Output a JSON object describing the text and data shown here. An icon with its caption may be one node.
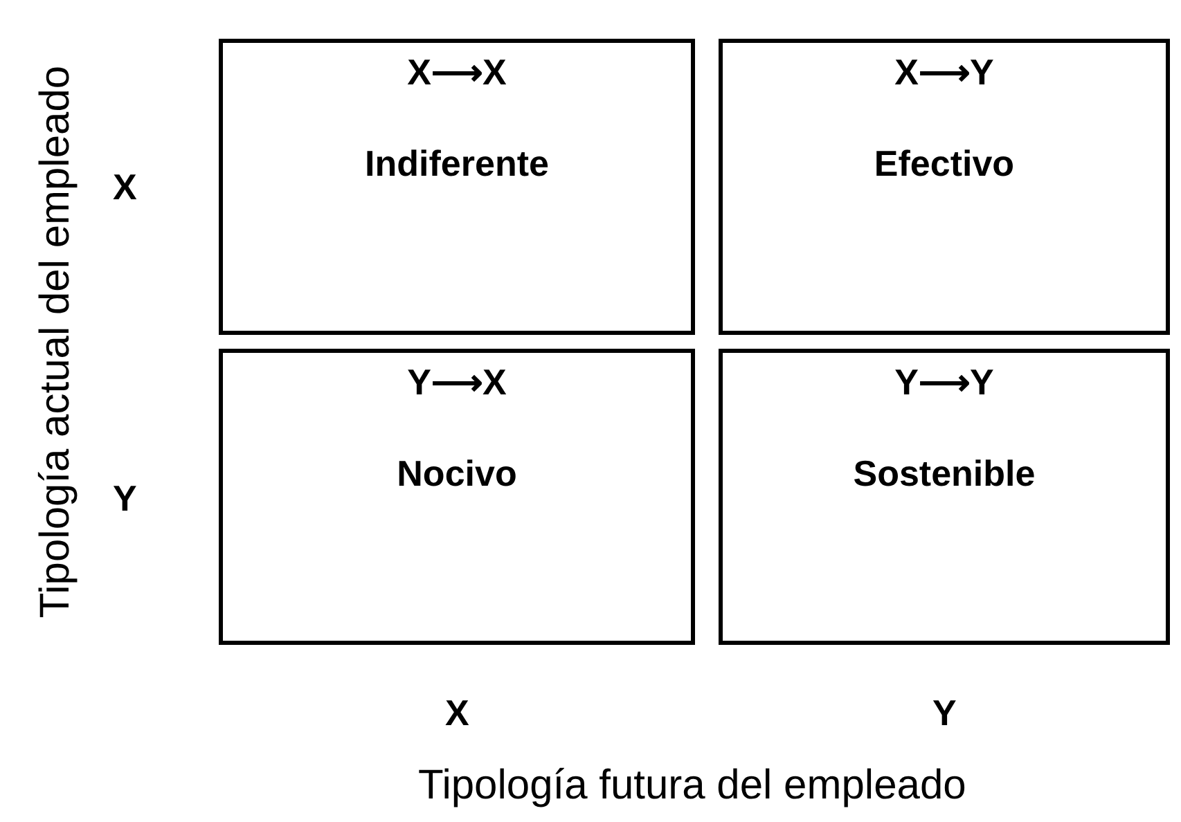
{
  "diagram": {
    "nodes": [
      {
        "text": [
          "X⟶X",
          "Indiferente"
        ]
      },
      {
        "text": [
          "X⟶Y",
          "Efectivo"
        ]
      },
      {
        "text": [
          "Y⟶X",
          "Nocivo"
        ]
      },
      {
        "text": [
          "Y⟶Y",
          "Sostenible"
        ]
      }
    ],
    "labels": [
      "Tipología actual del empleado",
      "X",
      "Y",
      "X",
      "Y",
      "Tipología futura del empleado"
    ]
  }
}
